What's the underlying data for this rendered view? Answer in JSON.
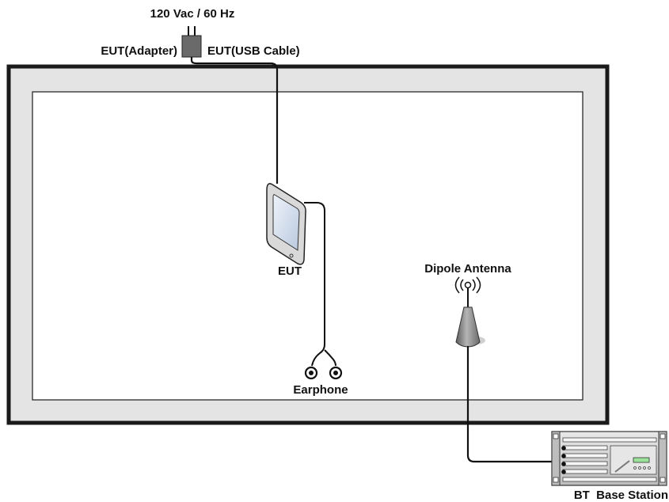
{
  "labels": {
    "power_supply": "120 Vac / 60 Hz",
    "adapter": "EUT(Adapter)",
    "usb_cable": "EUT(USB Cable)",
    "eut": "EUT",
    "earphone": "Earphone",
    "antenna": "Dipole Antenna",
    "base_station": "BT  Base Station"
  },
  "colors": {
    "chamber_outer": "#e4e4e4",
    "chamber_border": "#1a1a1a",
    "chamber_inner": "#ffffff",
    "cable": "#111111",
    "adapter": "#6a6a6a",
    "device_body": "#d9d9d9",
    "antenna_body": "#8f8f8f",
    "rack": "#cfcfcf"
  },
  "icons": {
    "adapter": "power-adapter-icon",
    "eut": "tablet-icon",
    "earphone": "earphone-icon",
    "antenna": "dipole-antenna-icon",
    "base_station": "rack-base-station-icon"
  }
}
